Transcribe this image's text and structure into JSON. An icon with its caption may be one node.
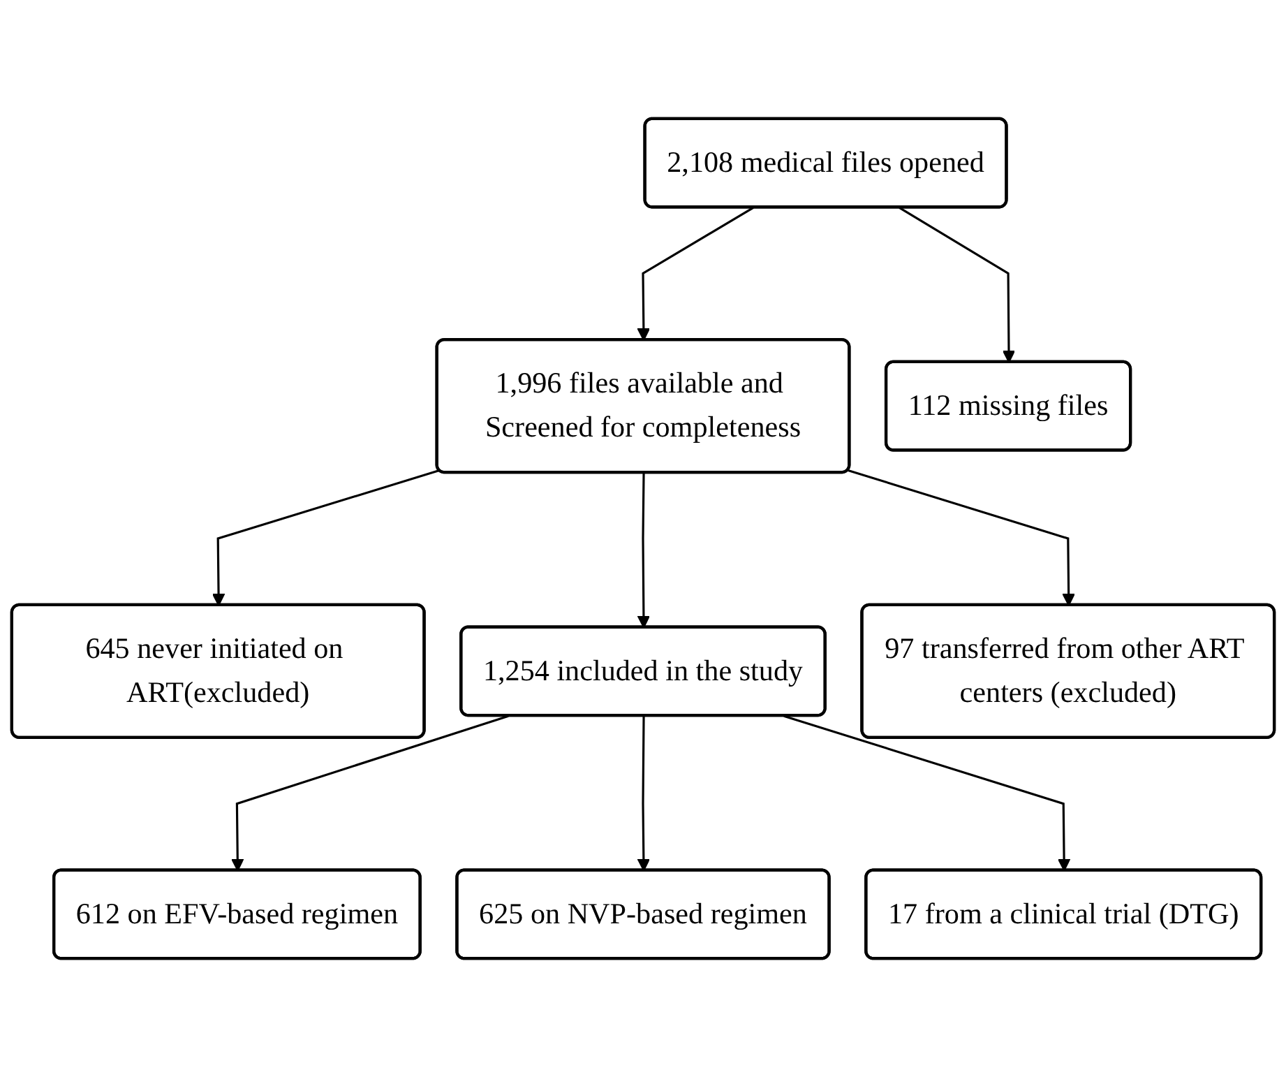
{
  "diagram": {
    "nodes": [
      {
        "text": [
          "2,108 medical files opened"
        ]
      },
      {
        "text": [
          "1,996 files available and Screened for completeness"
        ]
      },
      {
        "text": [
          "112 missing files"
        ]
      },
      {
        "text": [
          "645 never initiated on ART(excluded)"
        ]
      },
      {
        "text": [
          "1,254 included in the study"
        ]
      },
      {
        "text": [
          "97 transferred from other ART centers (excluded)"
        ]
      },
      {
        "text": [
          "612 on EFV-based regimen"
        ]
      },
      {
        "text": [
          "625 on NVP-based regimen"
        ]
      },
      {
        "text": [
          "17 from a clinical trial (DTG)"
        ]
      }
    ],
    "edges": [
      {
        "from": 0,
        "to": 1,
        "arrow": "to"
      },
      {
        "from": 0,
        "to": 2,
        "arrow": "to"
      },
      {
        "from": 1,
        "to": 3,
        "arrow": "to"
      },
      {
        "from": 1,
        "to": 4,
        "arrow": "to"
      },
      {
        "from": 1,
        "to": 5,
        "arrow": "to"
      },
      {
        "from": 4,
        "to": 6,
        "arrow": "to"
      },
      {
        "from": 4,
        "to": 7,
        "arrow": "to"
      },
      {
        "from": 4,
        "to": 8,
        "arrow": "to"
      }
    ]
  }
}
